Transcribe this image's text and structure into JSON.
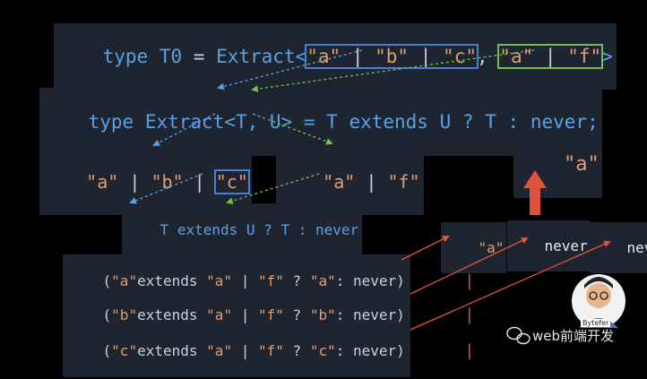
{
  "line1": {
    "type_kw": "type",
    "name": "T0",
    "eq": "=",
    "fn": "Extract<",
    "str_a": "\"a\"",
    "bar": "|",
    "str_b": "\"b\"",
    "str_c": "\"c\"",
    "comma": ",",
    "str_a2": "\"a\"",
    "str_f": "\"f\"",
    "close": ">"
  },
  "line2": {
    "type_kw": "type",
    "decl": "Extract<T, U> =",
    "t": "T",
    "extends": "extends",
    "u": "U",
    "q": "?",
    "t2": "T",
    "colon": ":",
    "never": "never",
    "semi": ";"
  },
  "union_left": {
    "a": "\"a\"",
    "b": "\"b\"",
    "c": "\"c\"",
    "bar": "|"
  },
  "union_right": {
    "a": "\"a\"",
    "f": "\"f\"",
    "bar": "|"
  },
  "expr": {
    "t": "T",
    "extends": "extends",
    "u": "U",
    "q": "?",
    "t2": "T",
    "colon": ":",
    "never": "never"
  },
  "result": {
    "label": "\"a\""
  },
  "results_row": {
    "a": "\"a\"",
    "bar": "|",
    "never1": "never",
    "never2": "never"
  },
  "rows": [
    {
      "open": "(",
      "s": "\"a\"",
      "rest1": "extends",
      "a": "\"a\"",
      "bar": "|",
      "f": "\"f\"",
      "q": "?",
      "s2": "\"a\"",
      "colon": ":",
      "never": "never",
      "close": ")",
      "sep": "|"
    },
    {
      "open": "(",
      "s": "\"b\"",
      "rest1": "extends",
      "a": "\"a\"",
      "bar": "|",
      "f": "\"f\"",
      "q": "?",
      "s2": "\"b\"",
      "colon": ":",
      "never": "never",
      "close": ")",
      "sep": "|"
    },
    {
      "open": "(",
      "s": "\"c\"",
      "rest1": "extends",
      "a": "\"a\"",
      "bar": "|",
      "f": "\"f\"",
      "q": "?",
      "s2": "\"c\"",
      "colon": ":",
      "never": "never",
      "close": ")",
      "sep": "|"
    }
  ],
  "watermark": {
    "text": "web前端开发",
    "badge": "Bytefer"
  },
  "colors": {
    "blue": "#5aa0e6",
    "string": "#e39c6c",
    "red": "#e0523a",
    "green_box": "#6fbf4f",
    "blue_box": "#4a7fd0"
  }
}
